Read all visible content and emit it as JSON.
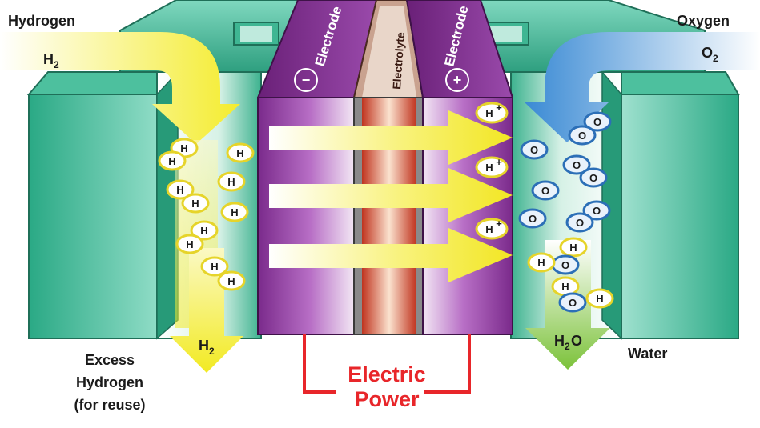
{
  "labels": {
    "hydrogen": "Hydrogen",
    "h2_in": "H",
    "h2_in_sub": "2",
    "oxygen": "Oxygen",
    "o2_in": "O",
    "o2_in_sub": "2",
    "electrode_left": "Electrode",
    "electrode_right": "Electrode",
    "electrolyte": "Electrolyte",
    "minus_sign": "−",
    "plus_sign": "+",
    "excess_line1": "Excess",
    "excess_line2": "Hydrogen",
    "excess_line3": "(for reuse)",
    "h2_out": "H",
    "h2_out_sub": "2",
    "h2o_h": "H",
    "h2o_sub": "2",
    "h2o_o": "O",
    "water": "Water",
    "electric": "Electric",
    "power": "Power",
    "proton": "H",
    "proton_sup": "+",
    "h_atom": "H",
    "o_atom": "O"
  },
  "colors": {
    "hydrogen_flow": "#f2ee3a",
    "oxygen_flow": "#3f8fd6",
    "water_flow": "#8cc63f",
    "chamber_teal": "#2fae8c",
    "electrode_purple": "#7b2a8c",
    "electrolyte_red": "#d8452d",
    "power_circuit": "#e8262a",
    "oxygen_molecule": "#2c6fb7",
    "hydrogen_molecule_border": "#e0d21c"
  }
}
